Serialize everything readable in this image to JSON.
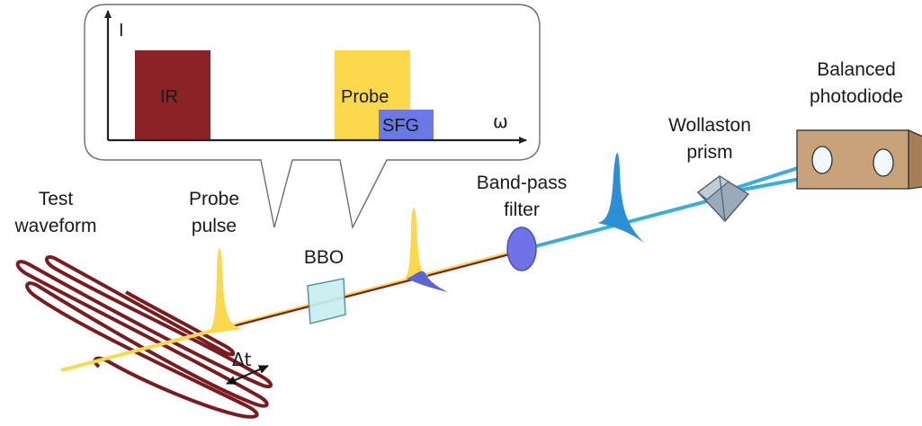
{
  "inset": {
    "y_axis_label": "I",
    "x_axis_label": "ω",
    "bands": {
      "ir": "IR",
      "probe": "Probe",
      "sfg": "SFG"
    }
  },
  "labels": {
    "test_waveform": [
      "Test",
      "waveform"
    ],
    "probe_pulse": [
      "Probe",
      "pulse"
    ],
    "bbo": "BBO",
    "delay": "Δt",
    "bandpass": [
      "Band-pass",
      "filter"
    ],
    "wollaston": [
      "Wollaston",
      "prism"
    ],
    "photodiode": [
      "Balanced",
      "photodiode"
    ]
  },
  "colors": {
    "ir": "#8b2326",
    "probe": "#fcd94c",
    "sfg": "#6a79e6",
    "beam_blue": "#3aaed8",
    "waveform": "#7a1c1f",
    "bbo_crystal": "#c8eef0",
    "filter": "#6f73e6",
    "prism": "#aab8c6",
    "photodiode_box": "#c8a27a"
  }
}
